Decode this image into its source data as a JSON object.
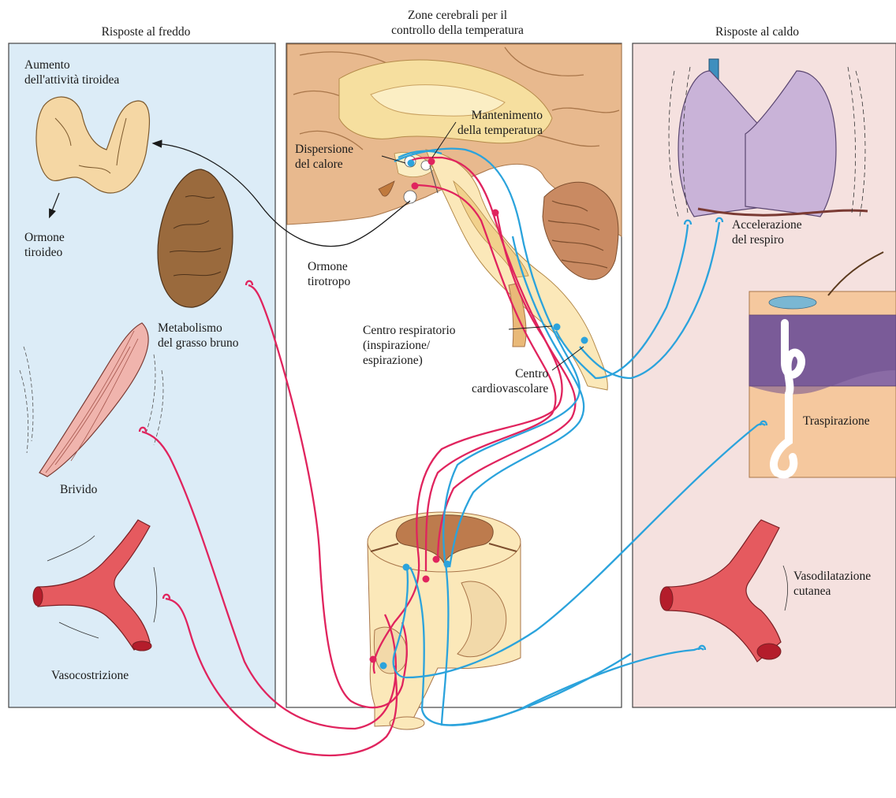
{
  "panels": {
    "cold": {
      "title": "Risposte al freddo"
    },
    "brain": {
      "title": "Zone cerebrali per il\ncontrollo della temperatura"
    },
    "heat": {
      "title": "Risposte al caldo"
    }
  },
  "cold_labels": {
    "thyroid": "Aumento\ndell'attività tiroidea",
    "thyroid_hormone": "Ormone\ntiroideo",
    "brown_fat": "Metabolismo\ndel grasso bruno",
    "shiver": "Brivido",
    "vasoconstriction": "Vasocostrizione"
  },
  "brain_labels": {
    "maintenance": "Mantenimento\ndella temperatura",
    "heat_loss": "Dispersione\ndel calore",
    "tsh": "Ormone\ntirotropo",
    "respiratory_center": "Centro respiratorio\n(inspirazione/\nespirazione)",
    "cardio_center": "Centro\ncardiovascolare"
  },
  "heat_labels": {
    "breathing": "Accelerazione\ndel respiro",
    "sweating": "Traspirazione",
    "vasodilation": "Vasodilatazione\ncutanea"
  },
  "colors": {
    "cold_panel": "#dcecf7",
    "heat_panel": "#f5e1df",
    "warm_pathway": "#e0245e",
    "cool_pathway": "#2ba3dc",
    "hormone_arrow": "#1a1a1a"
  }
}
